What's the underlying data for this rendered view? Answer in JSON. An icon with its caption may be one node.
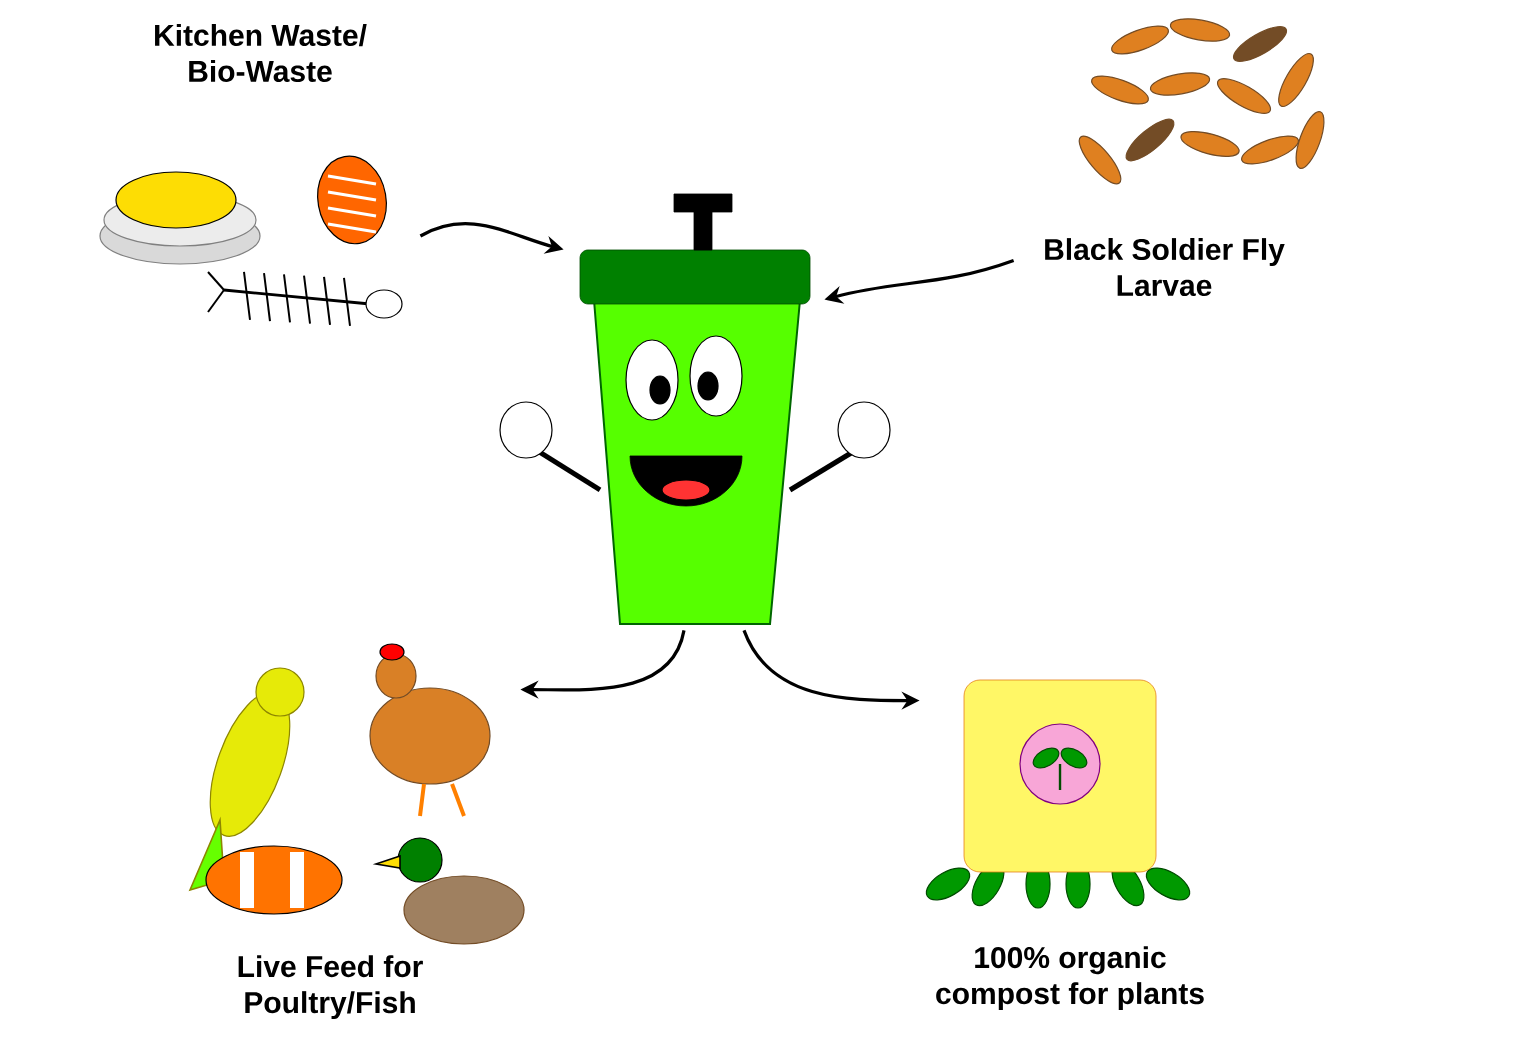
{
  "diagram": {
    "nodes": [
      {
        "text": [
          "Kitchen Waste/ Bio-Waste"
        ]
      },
      {
        "text": [],
        "shape": "picture"
      },
      {
        "text": [
          "Black Soldier Fly Larvae"
        ]
      },
      {
        "text": [
          "Live Feed for Poultry/Fish"
        ]
      },
      {
        "text": [
          "100% organic compost for plants"
        ]
      }
    ],
    "edges": [
      {
        "from": 0,
        "to": 1,
        "arrow": "to"
      },
      {
        "from": 2,
        "to": 1,
        "arrow": "to"
      },
      {
        "from": 1,
        "to": 3,
        "arrow": "to"
      },
      {
        "from": 1,
        "to": 4,
        "arrow": "to"
      }
    ]
  }
}
